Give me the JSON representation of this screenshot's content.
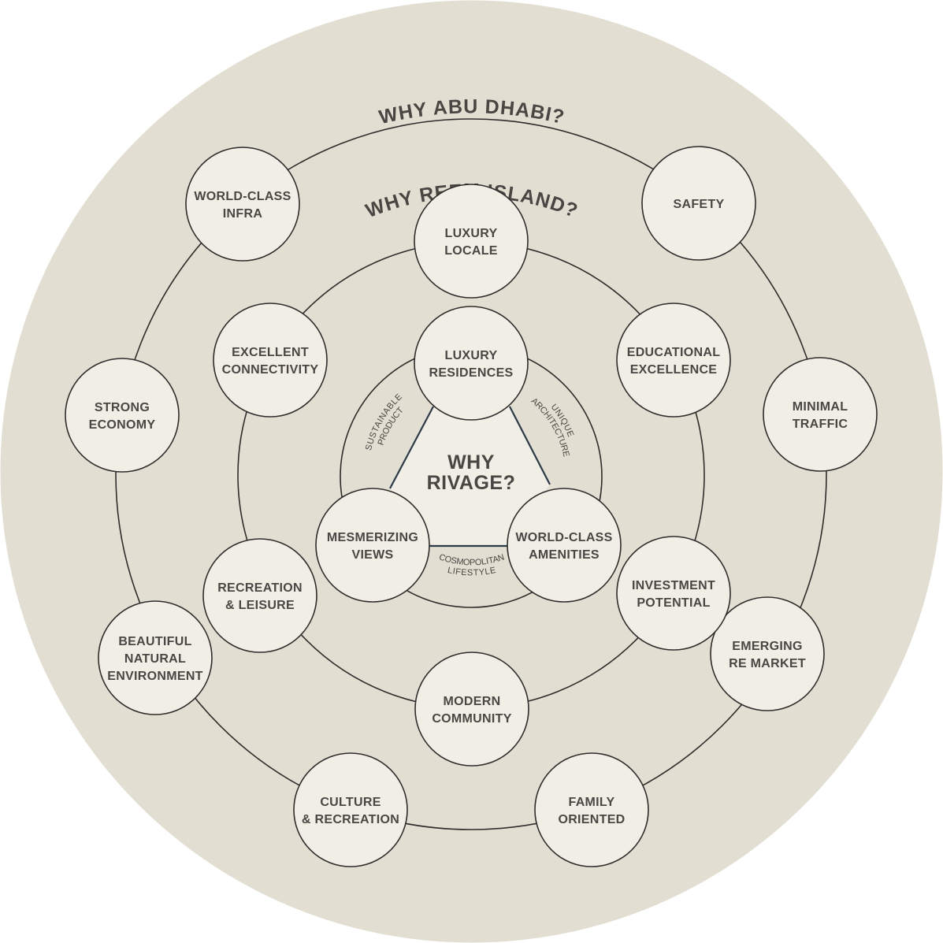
{
  "rings": {
    "abu_dhabi": {
      "title": "WHY ABU DHABI?",
      "nodes": [
        {
          "id": "world-class-infra",
          "lines": [
            "WORLD-CLASS",
            "INFRA"
          ]
        },
        {
          "id": "safety",
          "lines": [
            "SAFETY"
          ]
        },
        {
          "id": "strong-economy",
          "lines": [
            "STRONG",
            "ECONOMY"
          ]
        },
        {
          "id": "minimal-traffic",
          "lines": [
            "MINIMAL",
            "TRAFFIC"
          ]
        },
        {
          "id": "beautiful-natural-environment",
          "lines": [
            "BEAUTIFUL",
            "NATURAL",
            "ENVIRONMENT"
          ]
        },
        {
          "id": "emerging-re-market",
          "lines": [
            "EMERGING",
            "RE MARKET"
          ]
        },
        {
          "id": "culture-recreation",
          "lines": [
            "CULTURE",
            "& RECREATION"
          ]
        },
        {
          "id": "family-oriented",
          "lines": [
            "FAMILY",
            "ORIENTED"
          ]
        }
      ]
    },
    "reem_island": {
      "title": "WHY REEM ISLAND?",
      "nodes": [
        {
          "id": "luxury-locale",
          "lines": [
            "LUXURY",
            "LOCALE"
          ]
        },
        {
          "id": "excellent-connectivity",
          "lines": [
            "EXCELLENT",
            "CONNECTIVITY"
          ]
        },
        {
          "id": "educational-excellence",
          "lines": [
            "EDUCATIONAL",
            "EXCELLENCE"
          ]
        },
        {
          "id": "recreation-leisure",
          "lines": [
            "RECREATION",
            "& LEISURE"
          ]
        },
        {
          "id": "investment-potential",
          "lines": [
            "INVESTMENT",
            "POTENTIAL"
          ]
        },
        {
          "id": "modern-community",
          "lines": [
            "MODERN",
            "COMMUNITY"
          ]
        }
      ]
    },
    "rivage": {
      "title_lines": [
        "WHY",
        "RIVAGE?"
      ],
      "nodes": [
        {
          "id": "luxury-residences",
          "lines": [
            "LUXURY",
            "RESIDENCES"
          ]
        },
        {
          "id": "mesmerizing-views",
          "lines": [
            "MESMERIZING",
            "VIEWS"
          ]
        },
        {
          "id": "world-class-amenities",
          "lines": [
            "WORLD-CLASS",
            "AMENITIES"
          ]
        }
      ],
      "edge_labels": {
        "left": [
          "SUSTAINABLE",
          "PRODUCT"
        ],
        "right": [
          "UNIQUE",
          "ARCHITECTURE"
        ],
        "bottom": [
          "COSMOPOLITAN",
          "LIFESTYLE"
        ]
      }
    }
  },
  "colors": {
    "background": "#e2dfd2",
    "node_fill": "#f1eee6",
    "stroke": "#2f2d2c",
    "triangle_stroke": "#2b3a4a",
    "text": "#4a4643"
  }
}
